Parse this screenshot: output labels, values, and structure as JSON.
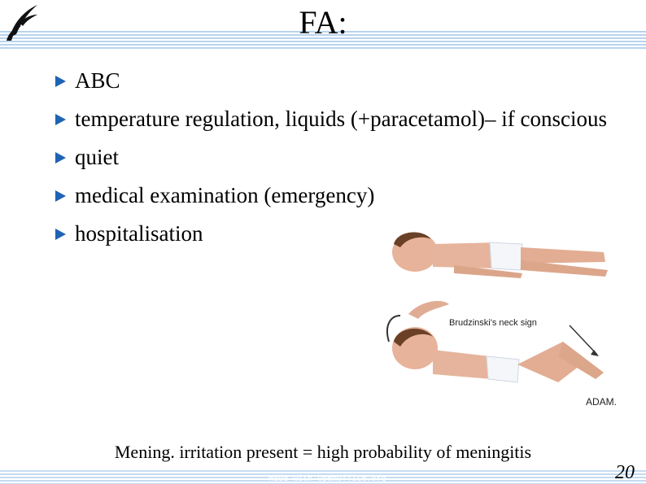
{
  "slide": {
    "title": "FA:",
    "bullets": [
      {
        "text": "ABC"
      },
      {
        "text": "temperature regulation, liquids (+paracetamol)– if conscious"
      },
      {
        "text": "quiet"
      },
      {
        "text": "medical examination (emergency)"
      },
      {
        "text": "hospitalisation"
      }
    ],
    "figure": {
      "label": "Brudzinski's neck sign",
      "brand": "ADAM."
    },
    "caption": "Mening. irritation present = high probability of meningitis",
    "footer": "Made with OpenOffice.org",
    "page_number": "20"
  },
  "colors": {
    "stripe": "#b8d4ee",
    "bullet_arrow": "#1e64b4"
  },
  "icons": {
    "logo": "openoffice-gull-logo",
    "bullet": "triangle-bullet-icon"
  }
}
